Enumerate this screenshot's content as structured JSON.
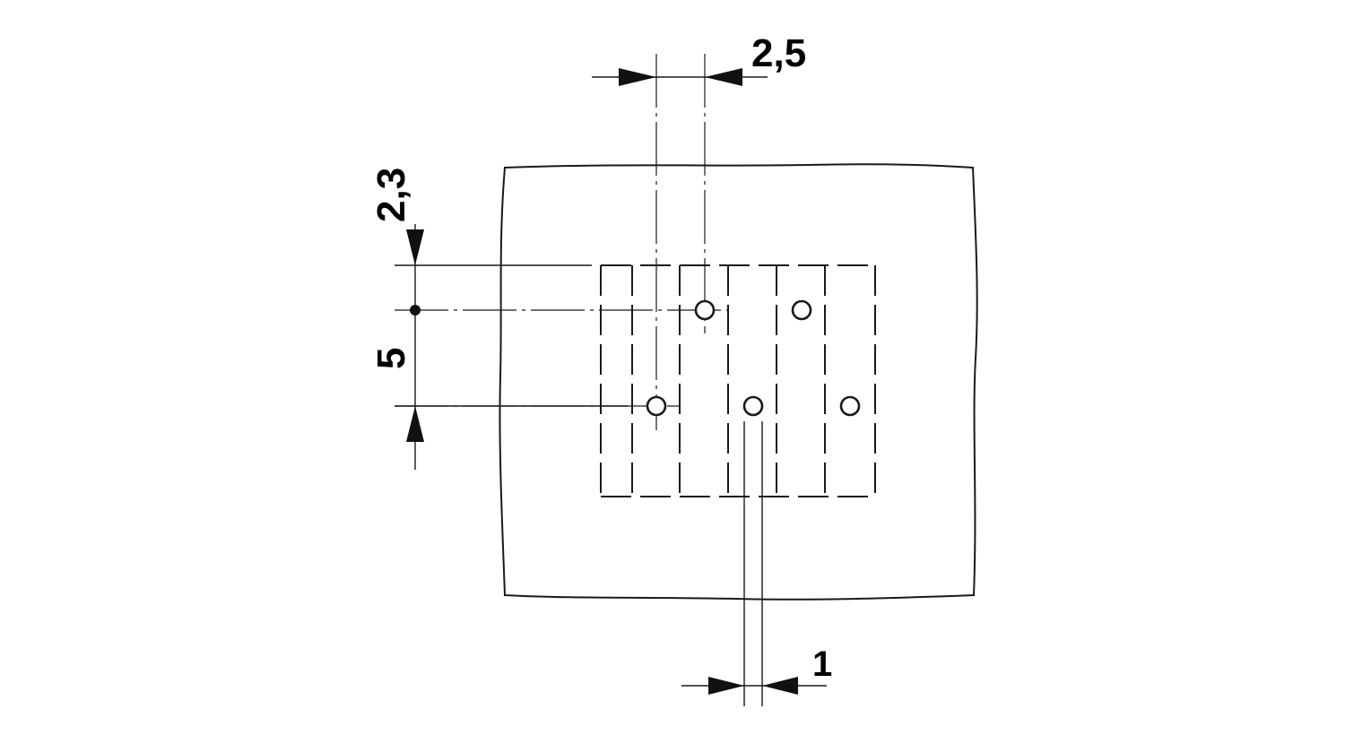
{
  "dimensions": {
    "pin_pitch": "2,5",
    "edge_offset": "2,3",
    "row_spacing": "5",
    "hole_diameter": "1"
  },
  "colors": {
    "line": "#1a1a1a",
    "background": "#ffffff"
  }
}
